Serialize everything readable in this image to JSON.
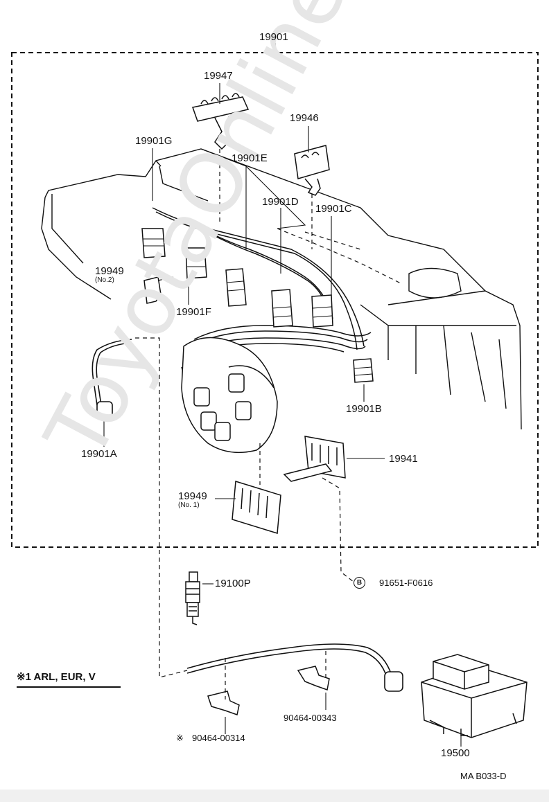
{
  "watermark": "ToyotaOnline.ru",
  "assembly": {
    "label": "19901"
  },
  "parts": {
    "p19947": "19947",
    "p19946": "19946",
    "p19901G": "19901G",
    "p19901E": "19901E",
    "p19901D": "19901D",
    "p19901C": "19901C",
    "p19949_no2": "19949",
    "p19949_no2_sub": "(No.2)",
    "p19901F": "19901F",
    "p19901A": "19901A",
    "p19901B": "19901B",
    "p19941": "19941",
    "p19949_no1": "19949",
    "p19949_no1_sub": "(No. 1)",
    "p19100P": "19100P",
    "p91651": "91651-F0616",
    "p91651_marker": "B",
    "p90464_00343": "90464-00343",
    "p90464_00314": "90464-00314",
    "p90464_00314_mark": "※",
    "p19500": "19500"
  },
  "note": "※1 ARL, EUR, V",
  "code": "MA  B033-D"
}
